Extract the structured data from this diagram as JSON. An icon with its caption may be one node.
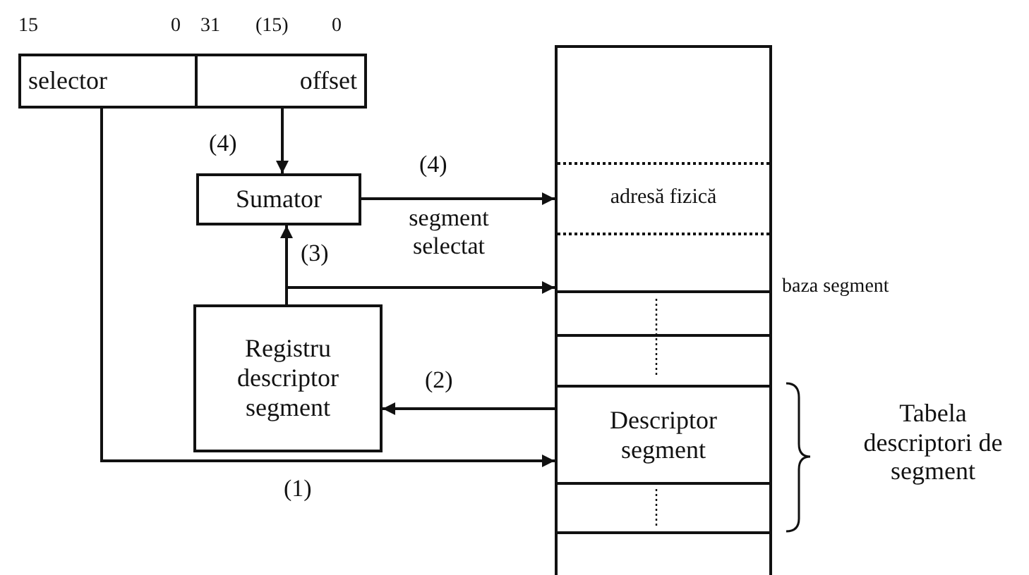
{
  "diagram": {
    "nodes": [
      {
        "text": [
          "selector"
        ]
      },
      {
        "text": [
          "offset"
        ]
      },
      {
        "text": [
          "Sumator"
        ]
      },
      {
        "text": [
          "Registru descriptor segment"
        ]
      },
      {
        "text": [],
        "shape": "box"
      },
      {
        "text": [
          "adresă fizică"
        ],
        "in": 4
      },
      {
        "text": [
          "Descriptor segment"
        ],
        "in": 4
      }
    ],
    "edges": [
      {
        "from": 1,
        "to": 2,
        "arrow": "to",
        "label": "(4)"
      },
      {
        "from": 2,
        "to": 5,
        "arrow": "to",
        "label": "(4)"
      },
      {
        "from": 3,
        "to": 2,
        "arrow": "to",
        "label": "(3)"
      },
      {
        "from": 3,
        "to": 4,
        "arrow": "to",
        "label": "segment selectat"
      },
      {
        "from": 6,
        "to": 3,
        "arrow": "to",
        "label": "(2)"
      },
      {
        "from": 0,
        "to": 6,
        "arrow": "to",
        "label": "(1)"
      }
    ],
    "labels": [
      "15",
      "0",
      "31",
      "(15)",
      "0",
      "baza segment",
      "Tabela descriptori de segment"
    ]
  }
}
